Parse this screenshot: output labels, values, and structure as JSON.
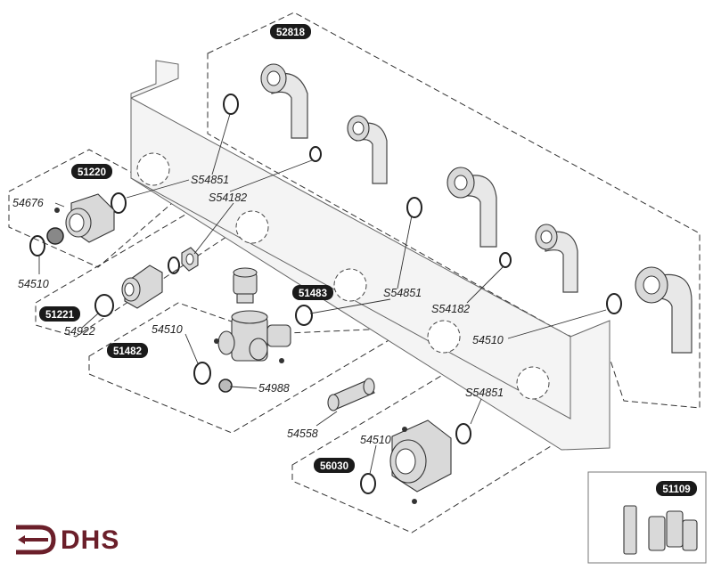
{
  "brand": {
    "logo_text": "DHS",
    "logo_color": "#6b1f2a"
  },
  "badges": {
    "b52818": "52818",
    "b51220": "51220",
    "b51221": "51221",
    "b51482": "51482",
    "b51483": "51483",
    "b56030": "56030",
    "b51109": "51109"
  },
  "labels": {
    "l54676": "54676",
    "l54510_a": "54510",
    "l54922": "54922",
    "l54510_b": "54510",
    "l54988": "54988",
    "lS54851_a": "S54851",
    "lS54182_a": "S54182",
    "lS54851_b": "S54851",
    "lS54182_b": "S54182",
    "l54510_c": "54510",
    "lS54851_c": "S54851",
    "l54558": "54558",
    "l54510_d": "54510"
  },
  "colors": {
    "badge_bg": "#1a1a1a",
    "line": "#333333"
  }
}
